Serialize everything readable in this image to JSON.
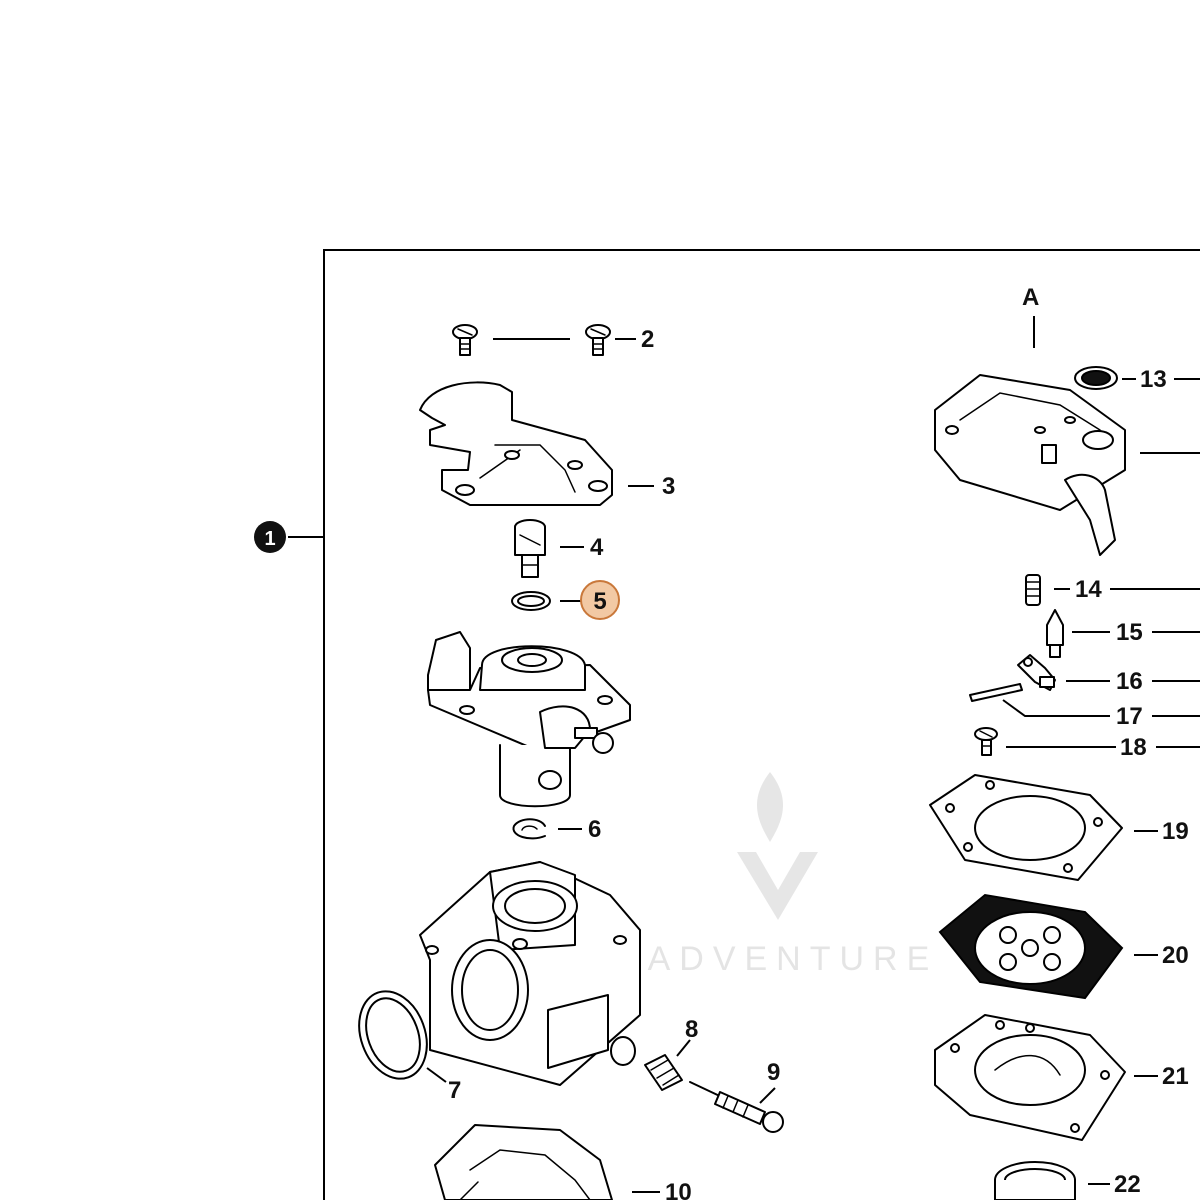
{
  "section_label": "A",
  "assembly_marker": "1",
  "watermark_text": "LEADVENTURE",
  "highlight": {
    "active_part": "5",
    "fill": "#f2c9a4",
    "stroke": "#c9783a"
  },
  "parts": [
    "2",
    "3",
    "4",
    "5",
    "6",
    "7",
    "8",
    "9",
    "10",
    "13",
    "14",
    "15",
    "16",
    "17",
    "18",
    "19",
    "20",
    "21",
    "22"
  ]
}
